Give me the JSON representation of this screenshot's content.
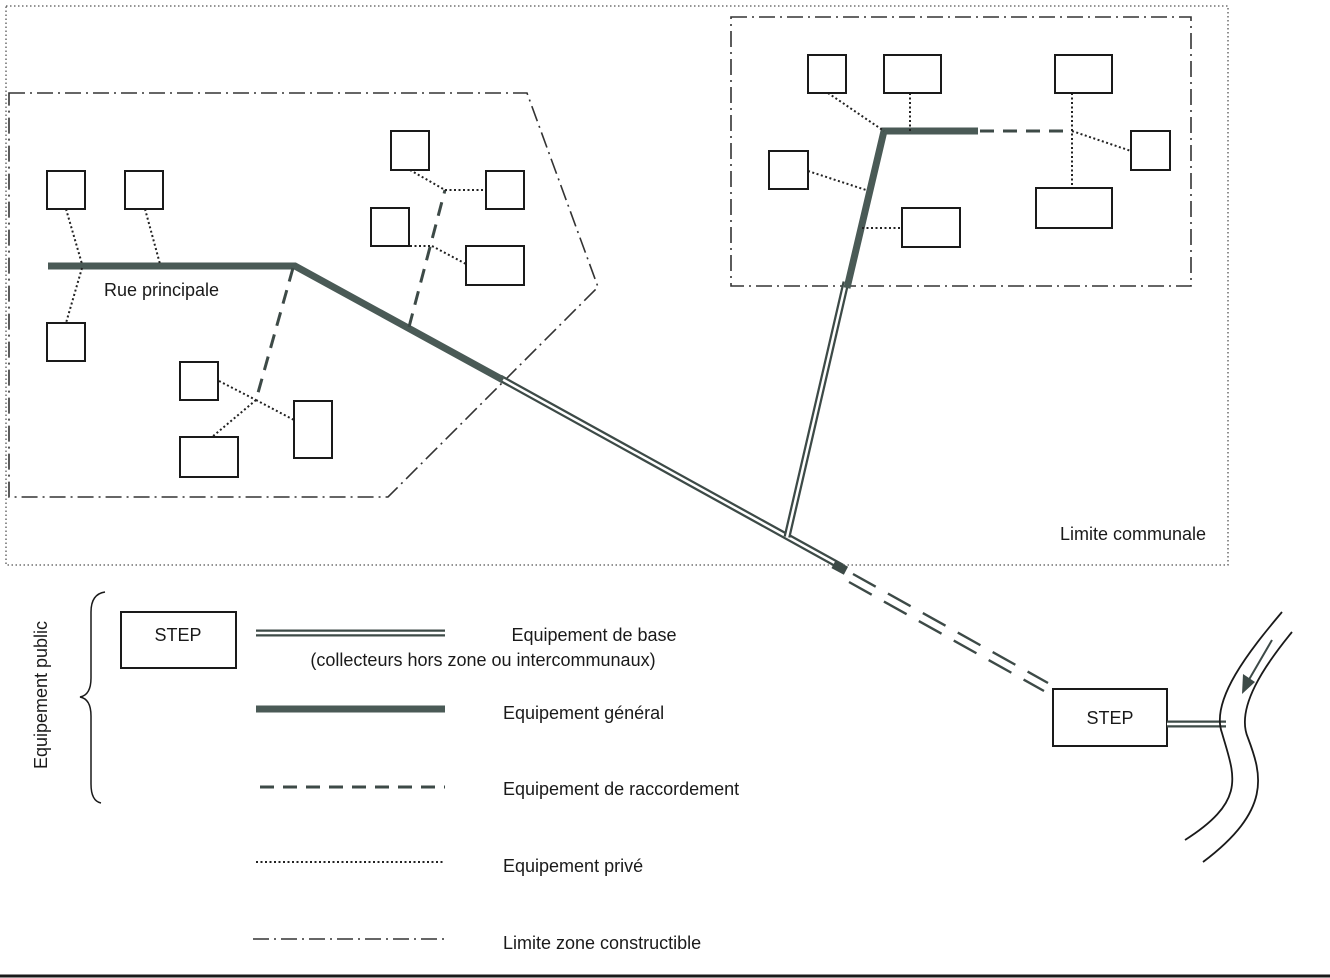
{
  "labels": {
    "rue_principale": "Rue principale",
    "limite_communale": "Limite communale",
    "step_legend": "STEP",
    "step_plant": "STEP",
    "equipement_public": "Equipement public"
  },
  "legend": {
    "base_line1": "Equipement de base",
    "base_line2": "(collecteurs hors zone ou intercommunaux)",
    "general": "Equipement général",
    "raccordement": "Equipement de raccordement",
    "prive": "Equipement privé",
    "zone": "Limite zone constructible"
  },
  "colors": {
    "network": "#3d4a47",
    "ink": "#1a1a1a"
  }
}
